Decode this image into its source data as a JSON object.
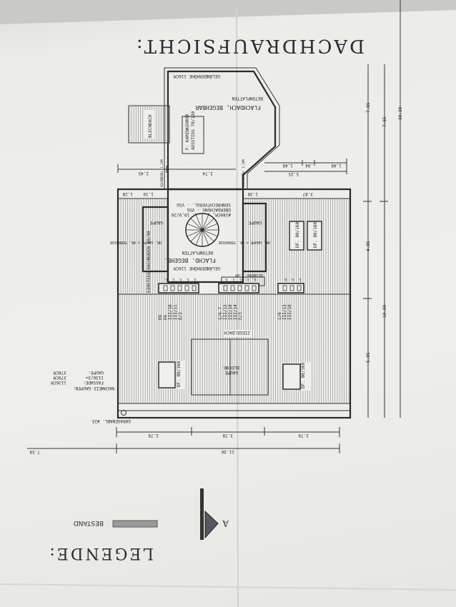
{
  "title": "DACHDRAUFSICHT:",
  "upper_terrace": {
    "railing": "GELÄNDERHÖHE 110CM",
    "label": "FLACHDACH, BEGEHBAR",
    "material": "BETONPLATTEN",
    "sheet_roof": "BLECHDACH",
    "hatch_line1": "AUSSTIEG 70/130",
    "hatch_line2": "F. KAMINKEHRER"
  },
  "lower_terrace": {
    "label": "FLACHD. BEGEHB.",
    "material": "BETONPLATTEN",
    "railing": "GELÄNDERHÖHE 110CM",
    "stair_line1": "#180CM, 16 STG. 19,9/26",
    "stair_line2": "ÜBERDACHUNG - VSG",
    "stair_line3": "SENKRECHTVERGL. - VSG",
    "railing_side_left": "GELÄNDERH. 1,10M",
    "railing_side_right": "GELÄNDERH. 1,10M",
    "railing_bar": "GELÄNDERH. 1,10M",
    "attic_access": "EINSTIEG DACHBODEN 60/90"
  },
  "dormers": {
    "left": "GAUPE",
    "right": "GAUPE",
    "level_note": "OK. GAUPE = OK. TERRASSE",
    "center_line1": "GAUPE",
    "center_line2": "BLECHD."
  },
  "roof": "ZIEGELDACH",
  "skylights": [
    "DF. 80/160",
    "DF. 80/160",
    "DF. 80/160",
    "DF. 80/160"
  ],
  "window_tags": [
    [
      "DG",
      "DG",
      "III/10",
      "III/11",
      "E/3"
    ],
    [
      "I/6-7",
      "III/13",
      "III/10",
      "III/14",
      "E/3"
    ],
    [
      "I/6",
      "III/13",
      "III/10"
    ]
  ],
  "window_marks": "E.",
  "dimensions": {
    "top": [
      "2.45",
      "3.74"
    ],
    "top_right": [
      "1.48",
      ".94",
      "1.48",
      "5.25"
    ],
    "roof_edge": [
      "1.28",
      "1.19",
      "1.38",
      "3.87"
    ],
    "right_inner": [
      "7.65",
      "4.85",
      "5.85"
    ],
    "right_mid": [
      "7.65",
      "10.80"
    ],
    "right_outer": "30.30",
    "bottom": [
      "3.79",
      "3.78",
      "3.79"
    ],
    "bottom_total": "11.36",
    "bottom_left": "7.59"
  },
  "gutter": "GARAGENABL. #25",
  "proof": {
    "heading": "NACHWEIS GAUPEN:",
    "facade_label": "FASSADE:",
    "facade_value": "1136CM",
    "third_label": "1136/3=",
    "third_value": "379CM",
    "dormer_label": "GAUPE:",
    "dormer_value": "378CM"
  },
  "legend": {
    "heading": "LEGENDE:",
    "existing": "BESTAND",
    "existing_color": "#9a9a9a",
    "section_mark": "A"
  }
}
